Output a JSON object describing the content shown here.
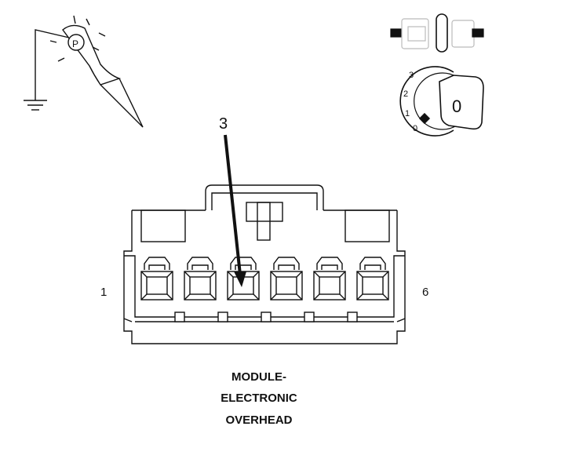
{
  "caption": {
    "line1": "MODULE-",
    "line2": "ELECTRONIC",
    "line3": "OVERHEAD"
  },
  "connector": {
    "pin_first_label": "1",
    "pin_last_label": "6",
    "pin_count": 6
  },
  "callout": {
    "pin_label": "3"
  },
  "ignition": {
    "positions": [
      "3",
      "2",
      "1",
      "0"
    ],
    "key_label": "0"
  },
  "probe": {
    "label": "P"
  },
  "icons": [
    "test-probe-icon",
    "ground-icon",
    "disconnected-connector-icon",
    "ignition-key-icon"
  ]
}
